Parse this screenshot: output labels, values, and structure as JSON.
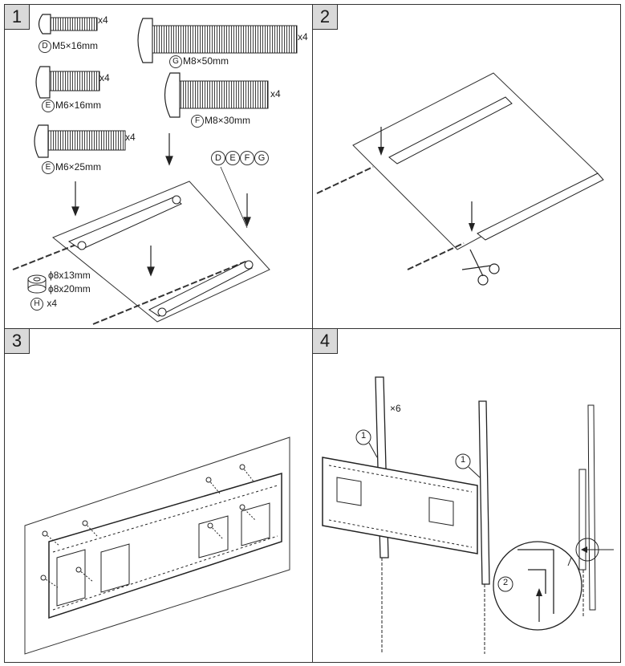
{
  "steps": [
    {
      "number": "1"
    },
    {
      "number": "2"
    },
    {
      "number": "3"
    },
    {
      "number": "4"
    }
  ],
  "parts": {
    "D": {
      "letter": "D",
      "size": "M5×16mm",
      "qty": "x4"
    },
    "E1": {
      "letter": "E",
      "size": "M6×16mm",
      "qty": "x4"
    },
    "E2": {
      "letter": "E",
      "size": "M6×25mm",
      "qty": "x4"
    },
    "F": {
      "letter": "F",
      "size": "M8×30mm",
      "qty": "x4"
    },
    "G": {
      "letter": "G",
      "size": "M8×50mm",
      "qty": "x4"
    },
    "H": {
      "letter": "H",
      "qty": "x4",
      "spacer_small": "ϕ8x13mm",
      "spacer_large": "ϕ8x20mm"
    }
  },
  "screw_group": [
    "D",
    "E",
    "F",
    "G"
  ],
  "step4": {
    "anchor_qty": "×6",
    "callout_1": "1",
    "callout_2": "2"
  }
}
